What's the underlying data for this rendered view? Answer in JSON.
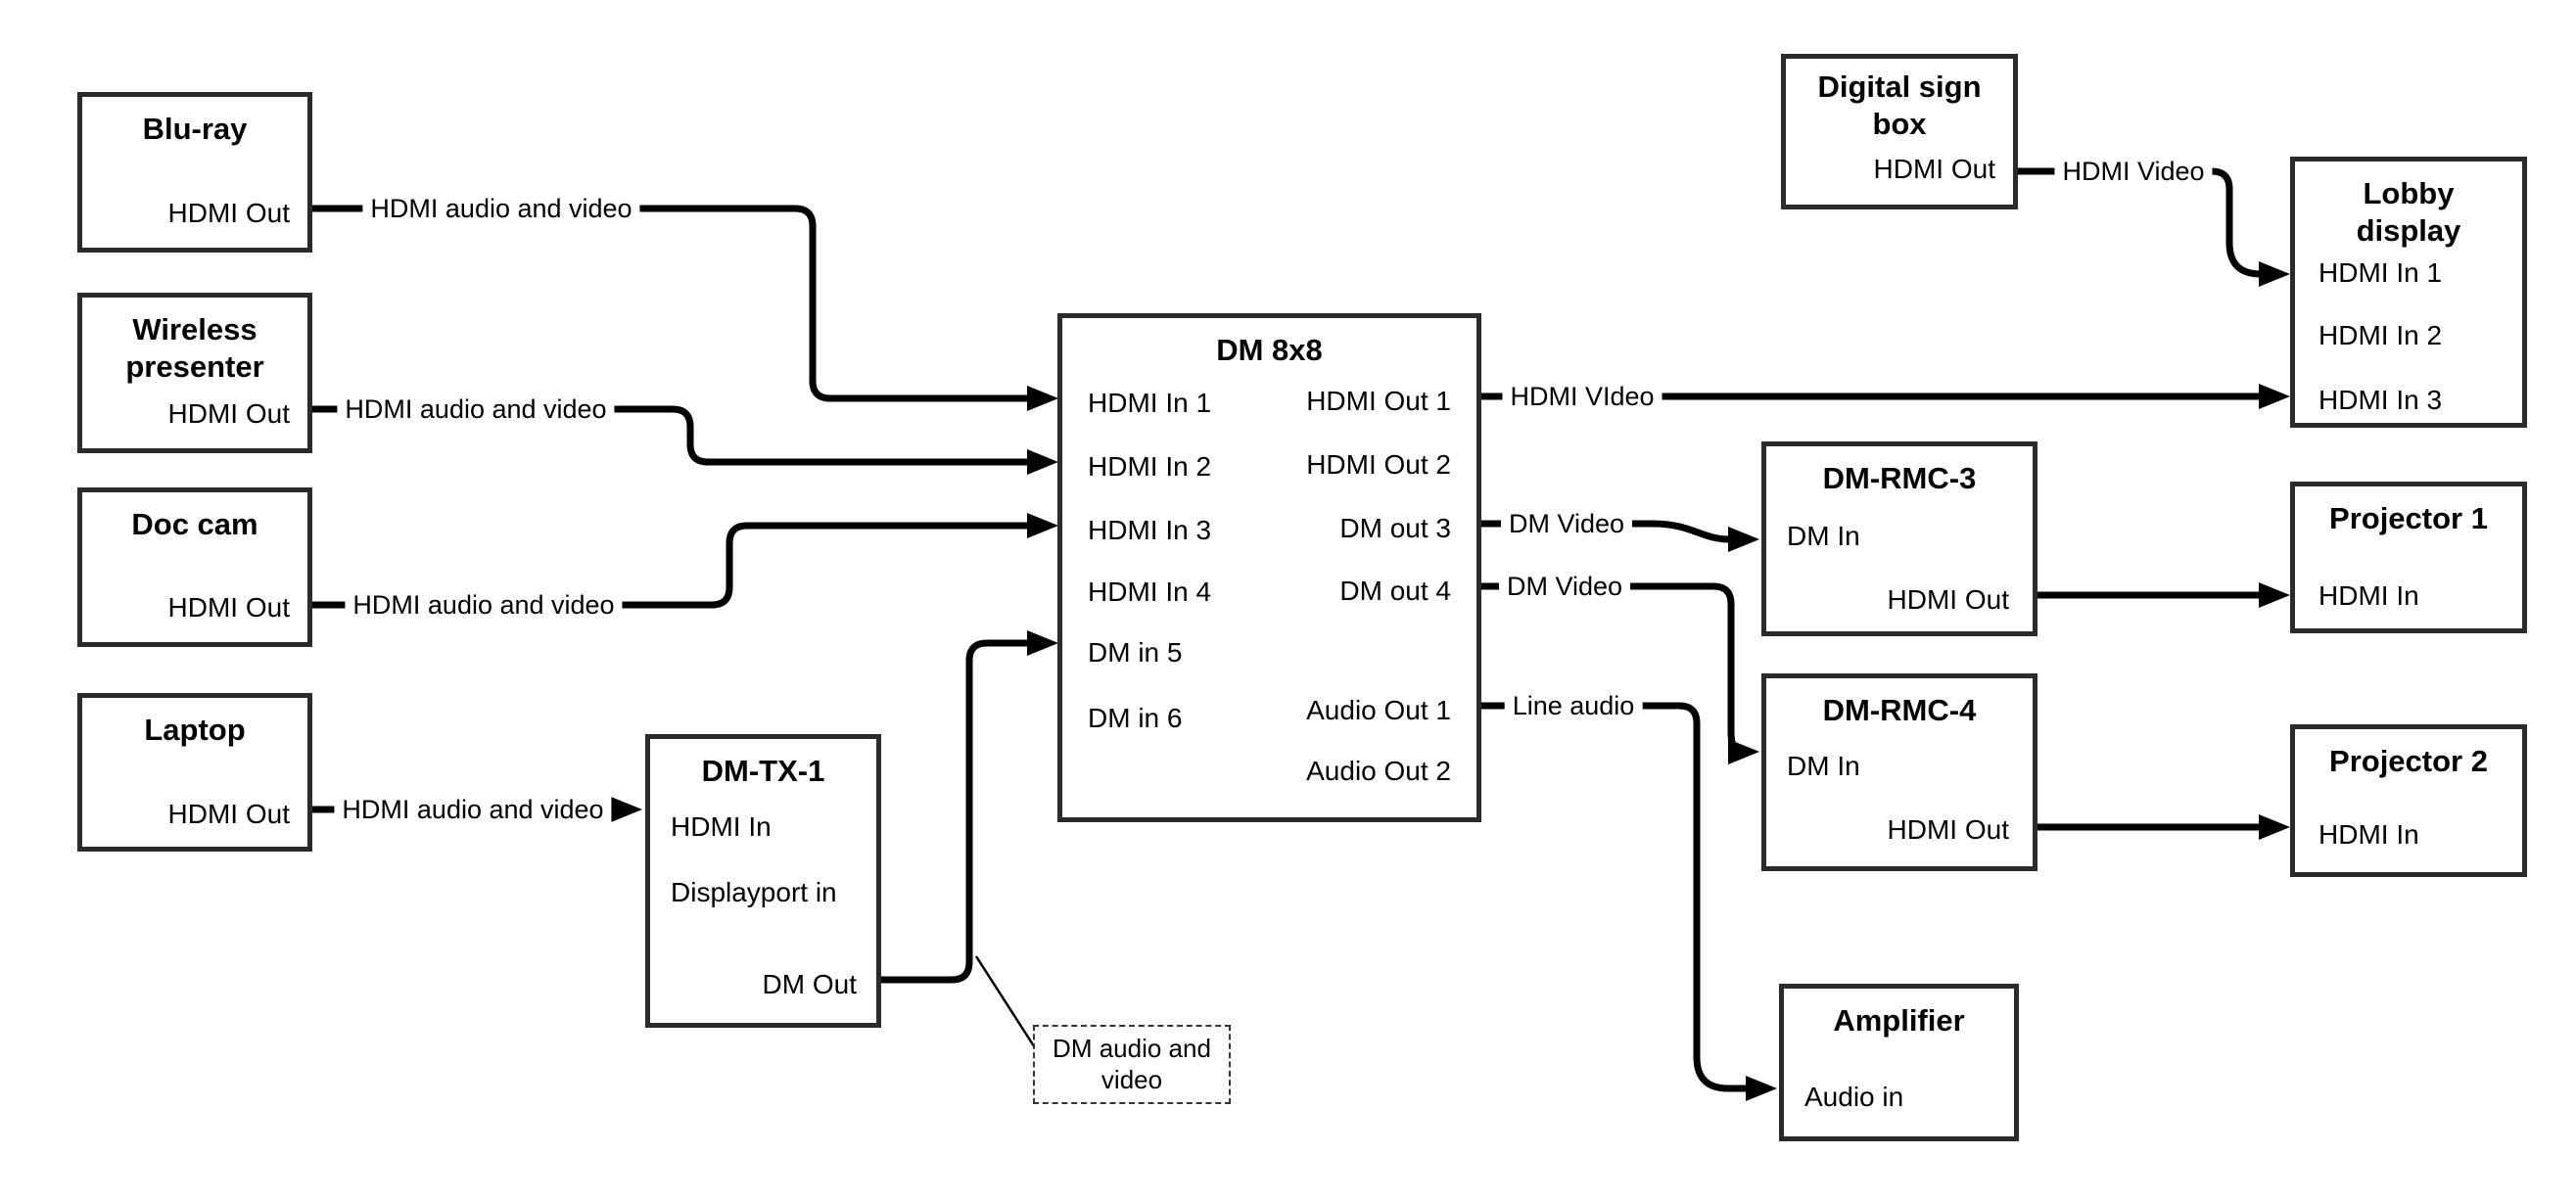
{
  "canvas": {
    "background": "#ffffff",
    "box_border_color": "#2b2b2b",
    "line_color": "#000000",
    "text_color": "#000000"
  },
  "nodes": {
    "bluray": {
      "title": "Blu-ray",
      "port_out": "HDMI Out"
    },
    "wireless": {
      "title": "Wireless\npresenter",
      "port_out": "HDMI Out"
    },
    "doccam": {
      "title": "Doc cam",
      "port_out": "HDMI Out"
    },
    "laptop": {
      "title": "Laptop",
      "port_out": "HDMI Out"
    },
    "dmtx1": {
      "title": "DM-TX-1",
      "port_hdmi_in": "HDMI In",
      "port_dp_in": "Displayport in",
      "port_dm_out": "DM Out"
    },
    "dm8x8": {
      "title": "DM 8x8",
      "in1": "HDMI In 1",
      "in2": "HDMI In 2",
      "in3": "HDMI In 3",
      "in4": "HDMI In 4",
      "in5": "DM in 5",
      "in6": "DM in 6",
      "out1": "HDMI Out 1",
      "out2": "HDMI Out 2",
      "out3": "DM out 3",
      "out4": "DM out 4",
      "aout1": "Audio Out 1",
      "aout2": "Audio Out 2"
    },
    "digital_sign": {
      "title": "Digital sign\nbox",
      "port_out": "HDMI Out"
    },
    "lobby": {
      "title": "Lobby\ndisplay",
      "in1": "HDMI In 1",
      "in2": "HDMI In 2",
      "in3": "HDMI In 3"
    },
    "dmrmc3": {
      "title": "DM-RMC-3",
      "port_in": "DM In",
      "port_out": "HDMI Out"
    },
    "proj1": {
      "title": "Projector 1",
      "port_in": "HDMI In"
    },
    "dmrmc4": {
      "title": "DM-RMC-4",
      "port_in": "DM In",
      "port_out": "HDMI Out"
    },
    "proj2": {
      "title": "Projector 2",
      "port_in": "HDMI In"
    },
    "amplifier": {
      "title": "Amplifier",
      "port_in": "Audio in"
    },
    "callout": {
      "text": "DM audio and\nvideo"
    }
  },
  "edge_labels": {
    "bluray_av": "HDMI audio and video",
    "wireless_av": "HDMI audio and video",
    "doccam_av": "HDMI audio and video",
    "laptop_av": "HDMI audio and video",
    "hdmi_video_out1": "HDMI VIdeo",
    "dm_video_out3": "DM Video",
    "dm_video_out4": "DM Video",
    "line_audio": "Line audio",
    "hdmi_video_sign": "HDMI Video"
  }
}
